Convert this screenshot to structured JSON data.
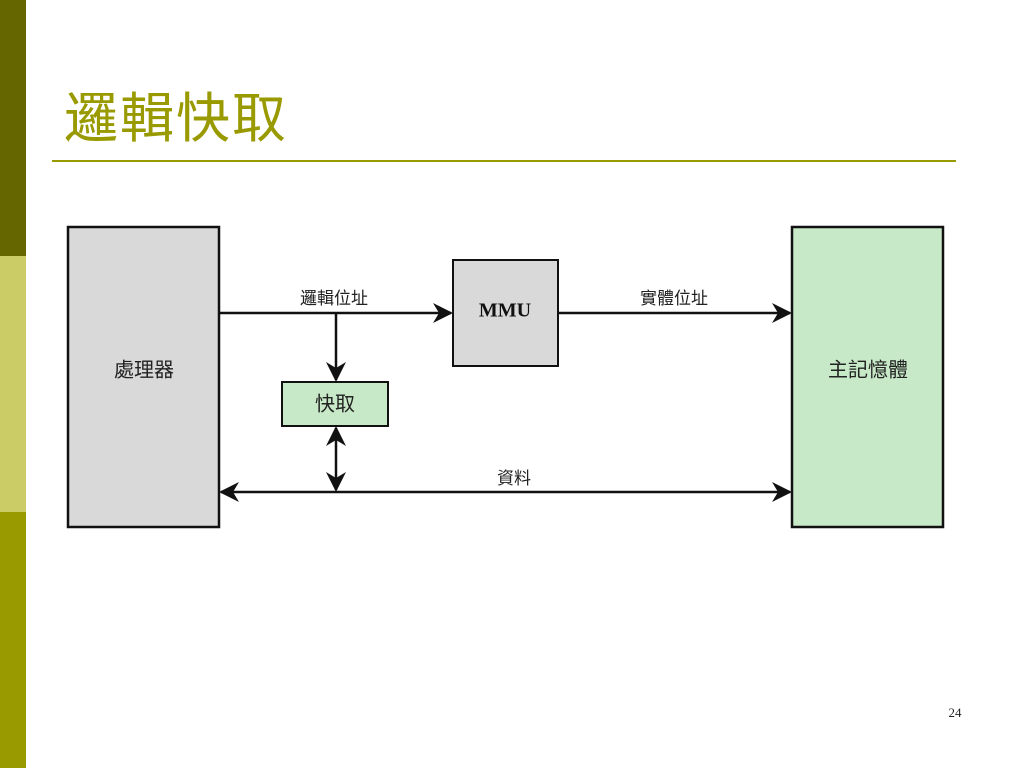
{
  "theme": {
    "side_bar_top": "#666600",
    "side_bar_middle": "#cccc66",
    "side_bar_bottom": "#999900",
    "title_color": "#999900",
    "rule_color": "#999900",
    "box_gray": "#d9d9d9",
    "box_green": "#c7e9c7",
    "line_color": "#111111"
  },
  "slide": {
    "title": "邏輯快取",
    "page_number": "24"
  },
  "diagram": {
    "processor": "處理器",
    "mmu": "MMU",
    "cache": "快取",
    "main_memory": "主記憶體",
    "logical_address": "邏輯位址",
    "physical_address": "實體位址",
    "data": "資料"
  }
}
